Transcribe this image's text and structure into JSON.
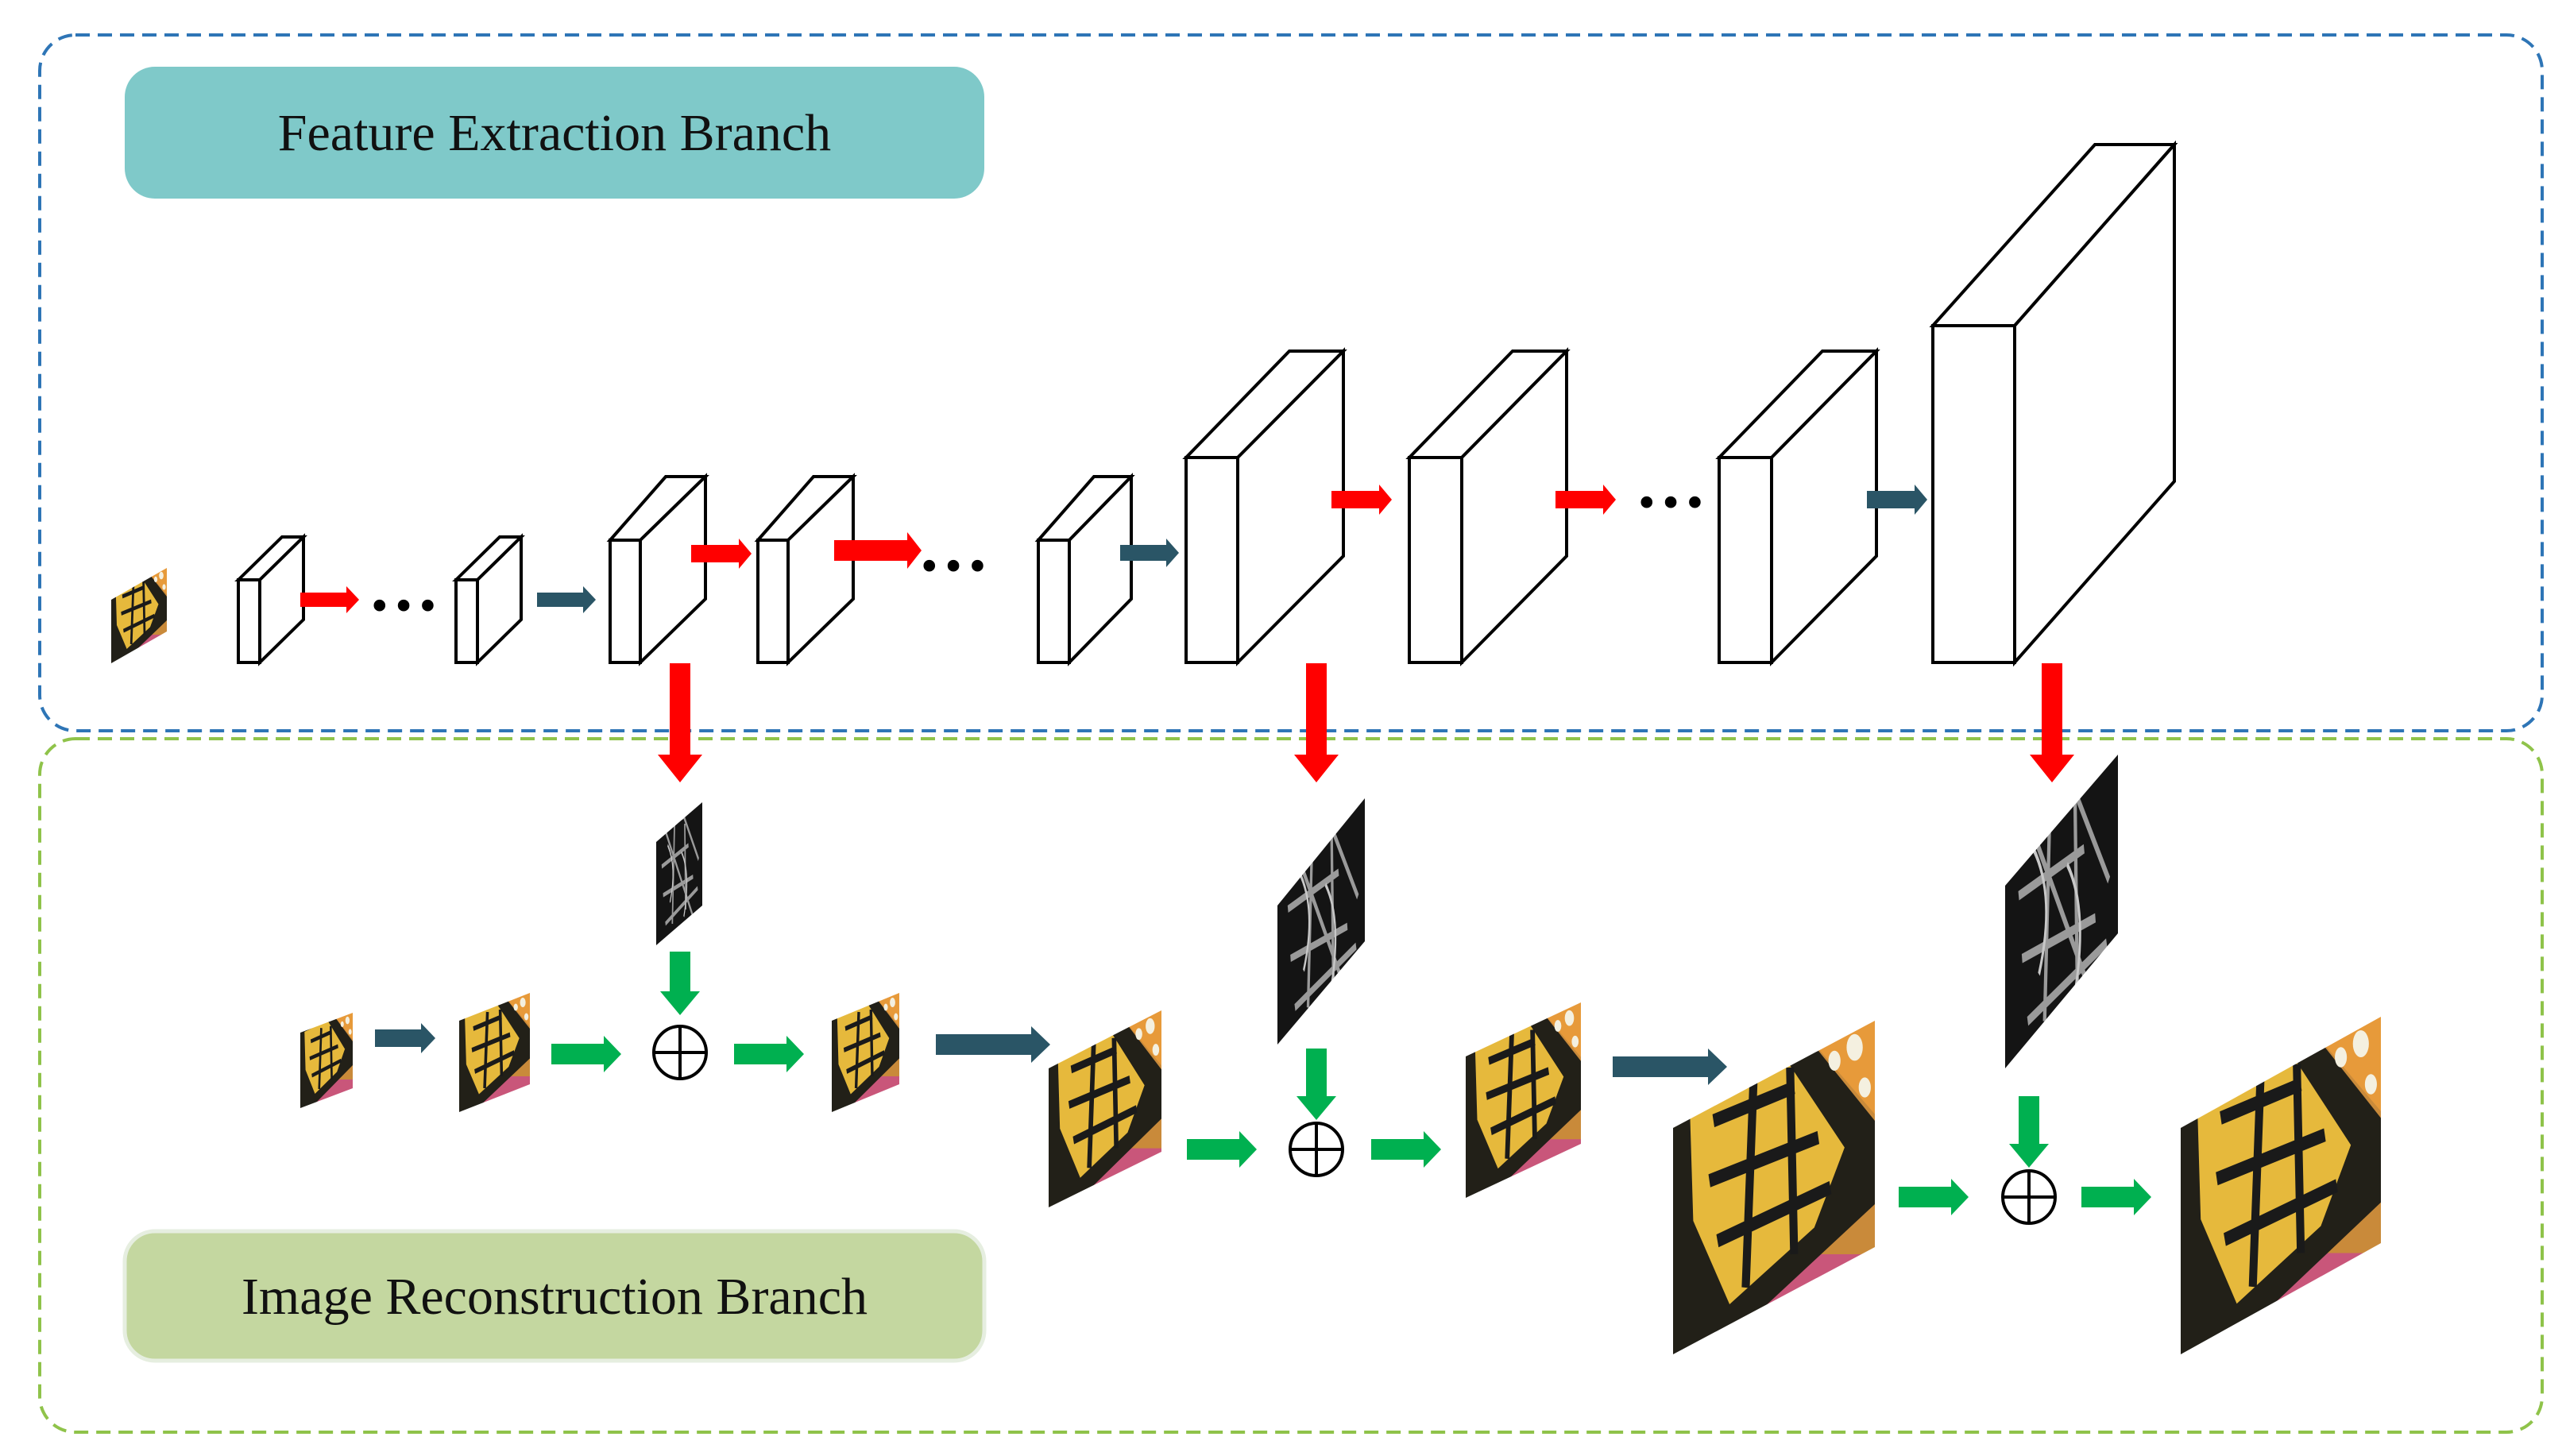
{
  "feature_branch": {
    "label": "Feature Extraction Branch",
    "label_color": "#7fc9c9",
    "border_color": "#2e75b6"
  },
  "reconstruction_branch": {
    "label": "Image Reconstruction Branch",
    "label_color": "#c4d7a0",
    "border_color": "#8fc34a"
  },
  "ellipsis": "…",
  "colors": {
    "red_arrow": "#ff0000",
    "dark_arrow": "#2a5566",
    "green_arrow": "#00b050",
    "block_stroke": "#000000"
  },
  "icons": [
    "butterfly-image",
    "edge-map-image",
    "sum-icon"
  ]
}
